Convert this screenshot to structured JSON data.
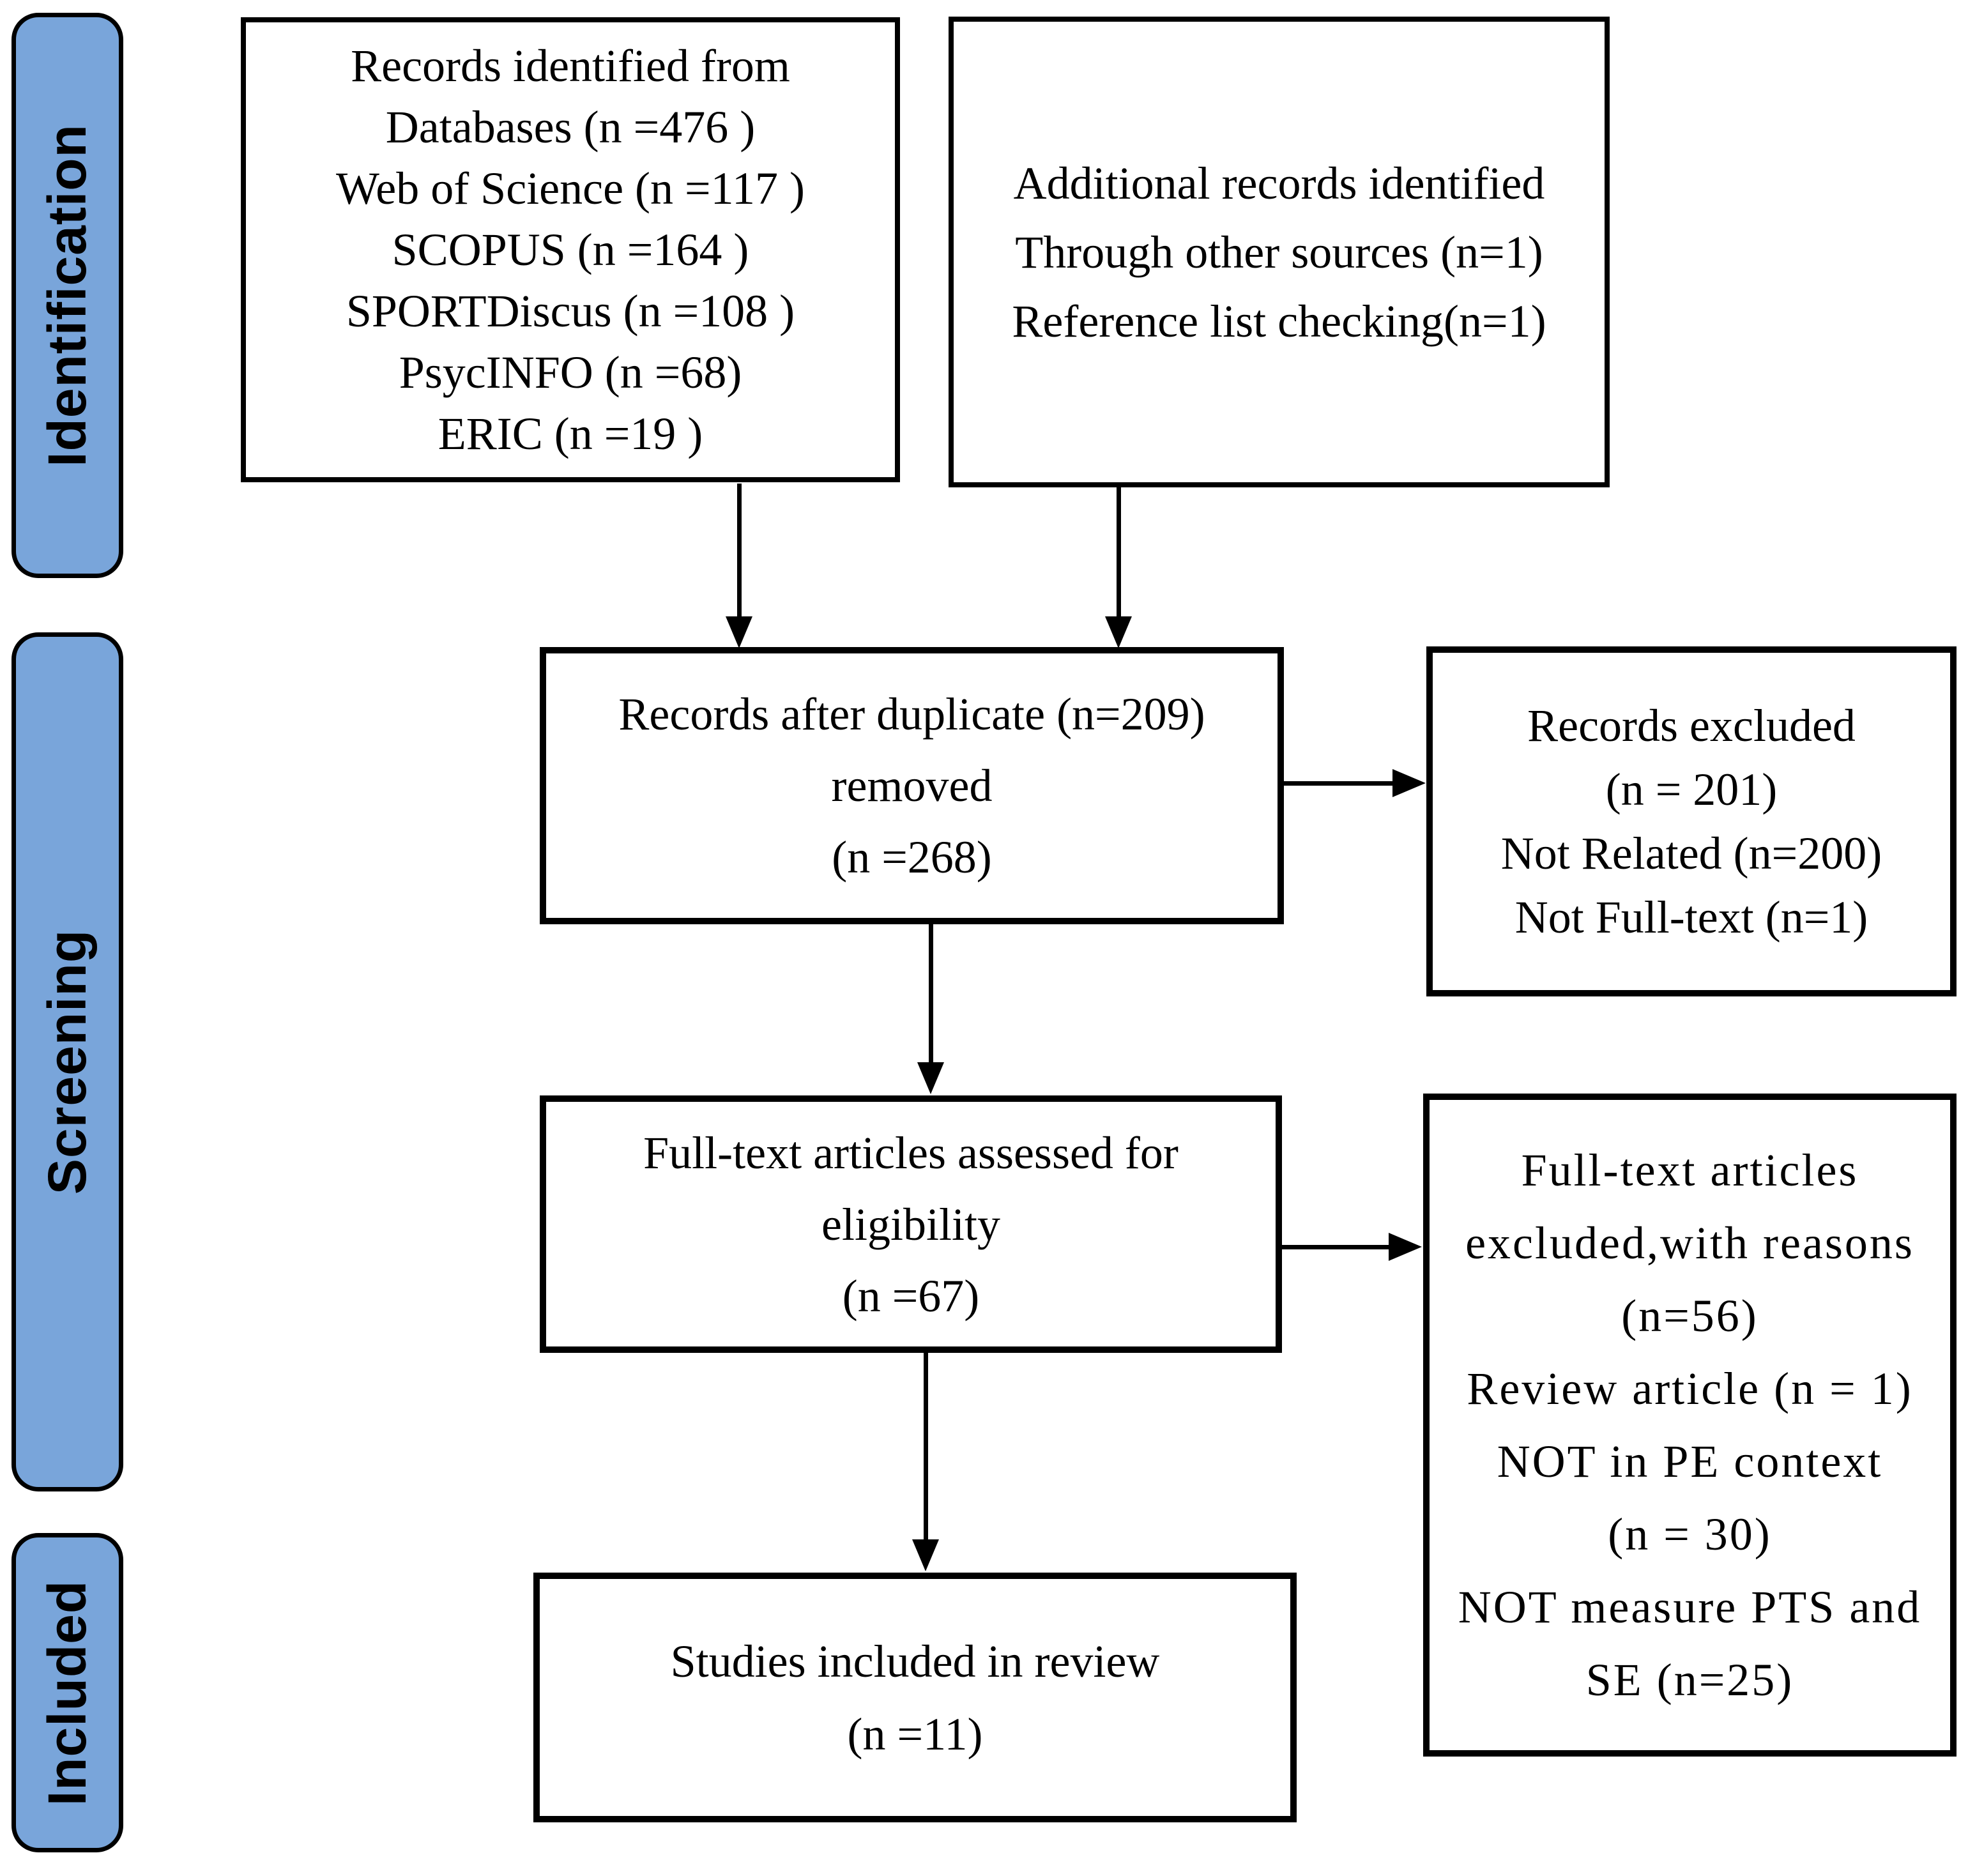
{
  "colors": {
    "stage_fill": "#79A5DA",
    "line": "#000000",
    "background": "#ffffff"
  },
  "sidebar": {
    "stages": [
      {
        "label": "Identification"
      },
      {
        "label": "Screening"
      },
      {
        "label": "Included"
      }
    ]
  },
  "boxes": {
    "identified": {
      "lines": [
        "Records identified from",
        "Databases (n =476 )",
        "Web of Science (n =117 )",
        "SCOPUS (n =164 )",
        "SPORTDiscus (n =108 )",
        "PsycINFO (n =68)",
        "ERIC (n =19 )"
      ]
    },
    "additional": {
      "lines": [
        "Additional records identified",
        "Through other sources (n=1)",
        "Reference list checking(n=1)"
      ]
    },
    "deduplicated": {
      "lines": [
        "Records after duplicate (n=209)",
        "removed",
        "(n =268)"
      ]
    },
    "records_excluded": {
      "lines": [
        "Records excluded",
        "(n = 201)",
        "Not Related (n=200)",
        "Not Full-text (n=1)"
      ]
    },
    "eligibility": {
      "lines": [
        "Full-text articles assessed for",
        "eligibility",
        "(n =67)"
      ]
    },
    "fulltext_excluded": {
      "lines": [
        "Full-text articles",
        "excluded,with reasons",
        "(n=56)",
        "Review article (n = 1)",
        "NOT in PE context",
        "(n = 30)",
        "NOT measure PTS and",
        "SE (n=25)"
      ]
    },
    "included_studies": {
      "lines": [
        "Studies included in review",
        "(n =11)"
      ]
    }
  }
}
